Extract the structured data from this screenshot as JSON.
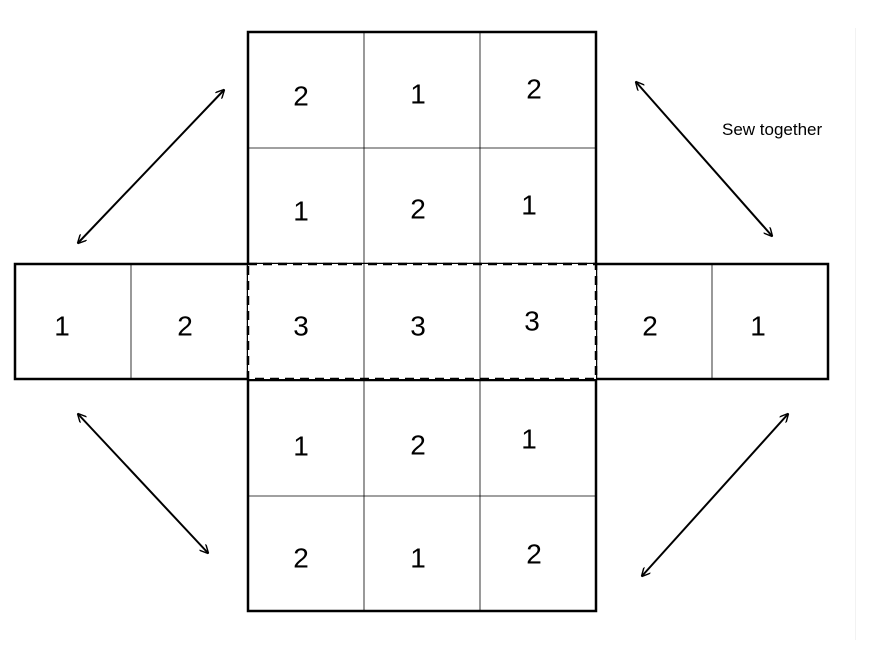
{
  "note": "Sew together",
  "colors": {
    "line": "#000000",
    "background": "#ffffff"
  },
  "grid": {
    "top_rows": [
      [
        "2",
        "1",
        "2"
      ],
      [
        "1",
        "2",
        "1"
      ]
    ],
    "middle_row": [
      "3",
      "3",
      "3"
    ],
    "bottom_rows": [
      [
        "1",
        "2",
        "1"
      ],
      [
        "2",
        "1",
        "2"
      ]
    ],
    "left_arm": [
      "1",
      "2"
    ],
    "right_arm": [
      "2",
      "1"
    ]
  },
  "arrows": [
    {
      "name": "arrow-top-left",
      "style": "double-headed"
    },
    {
      "name": "arrow-top-right",
      "style": "double-headed"
    },
    {
      "name": "arrow-bottom-left",
      "style": "double-headed"
    },
    {
      "name": "arrow-bottom-right",
      "style": "double-headed"
    }
  ]
}
